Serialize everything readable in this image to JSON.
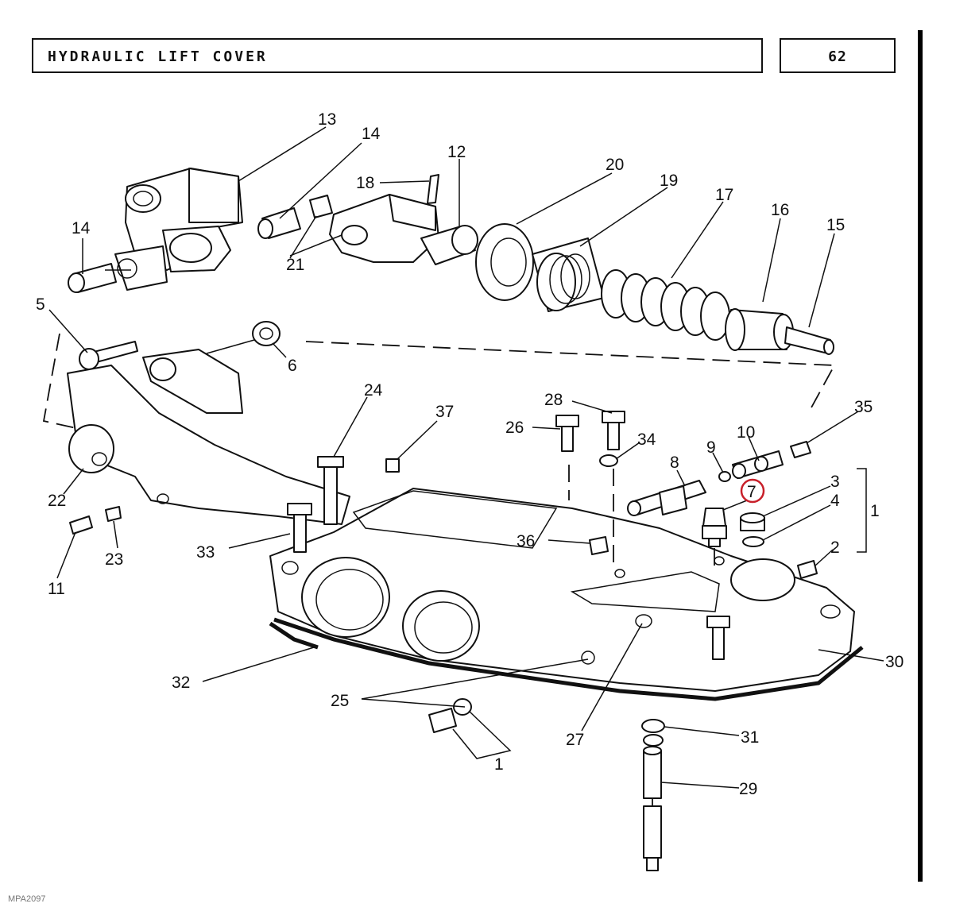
{
  "header": {
    "title": "HYDRAULIC LIFT COVER",
    "page_number": "62"
  },
  "footer": {
    "code": "MPA2097"
  },
  "highlight": {
    "label": "7",
    "color": "#c8202a"
  },
  "callouts": [
    {
      "id": "c13",
      "text": "13"
    },
    {
      "id": "c14a",
      "text": "14"
    },
    {
      "id": "c12",
      "text": "12"
    },
    {
      "id": "c18",
      "text": "18"
    },
    {
      "id": "c20",
      "text": "20"
    },
    {
      "id": "c19",
      "text": "19"
    },
    {
      "id": "c17",
      "text": "17"
    },
    {
      "id": "c16",
      "text": "16"
    },
    {
      "id": "c15",
      "text": "15"
    },
    {
      "id": "c14b",
      "text": "14"
    },
    {
      "id": "c21",
      "text": "21"
    },
    {
      "id": "c5",
      "text": "5"
    },
    {
      "id": "c6",
      "text": "6"
    },
    {
      "id": "c24",
      "text": "24"
    },
    {
      "id": "c37",
      "text": "37"
    },
    {
      "id": "c28",
      "text": "28"
    },
    {
      "id": "c26",
      "text": "26"
    },
    {
      "id": "c34",
      "text": "34"
    },
    {
      "id": "c9",
      "text": "9"
    },
    {
      "id": "c10",
      "text": "10"
    },
    {
      "id": "c35",
      "text": "35"
    },
    {
      "id": "c8",
      "text": "8"
    },
    {
      "id": "c3",
      "text": "3"
    },
    {
      "id": "c4",
      "text": "4"
    },
    {
      "id": "c1a",
      "text": "1"
    },
    {
      "id": "c2",
      "text": "2"
    },
    {
      "id": "c22",
      "text": "22"
    },
    {
      "id": "c23",
      "text": "23"
    },
    {
      "id": "c11",
      "text": "11"
    },
    {
      "id": "c33",
      "text": "33"
    },
    {
      "id": "c36",
      "text": "36"
    },
    {
      "id": "c30",
      "text": "30"
    },
    {
      "id": "c32",
      "text": "32"
    },
    {
      "id": "c25",
      "text": "25"
    },
    {
      "id": "c27",
      "text": "27"
    },
    {
      "id": "c31",
      "text": "31"
    },
    {
      "id": "c1b",
      "text": "1"
    },
    {
      "id": "c29",
      "text": "29"
    }
  ]
}
